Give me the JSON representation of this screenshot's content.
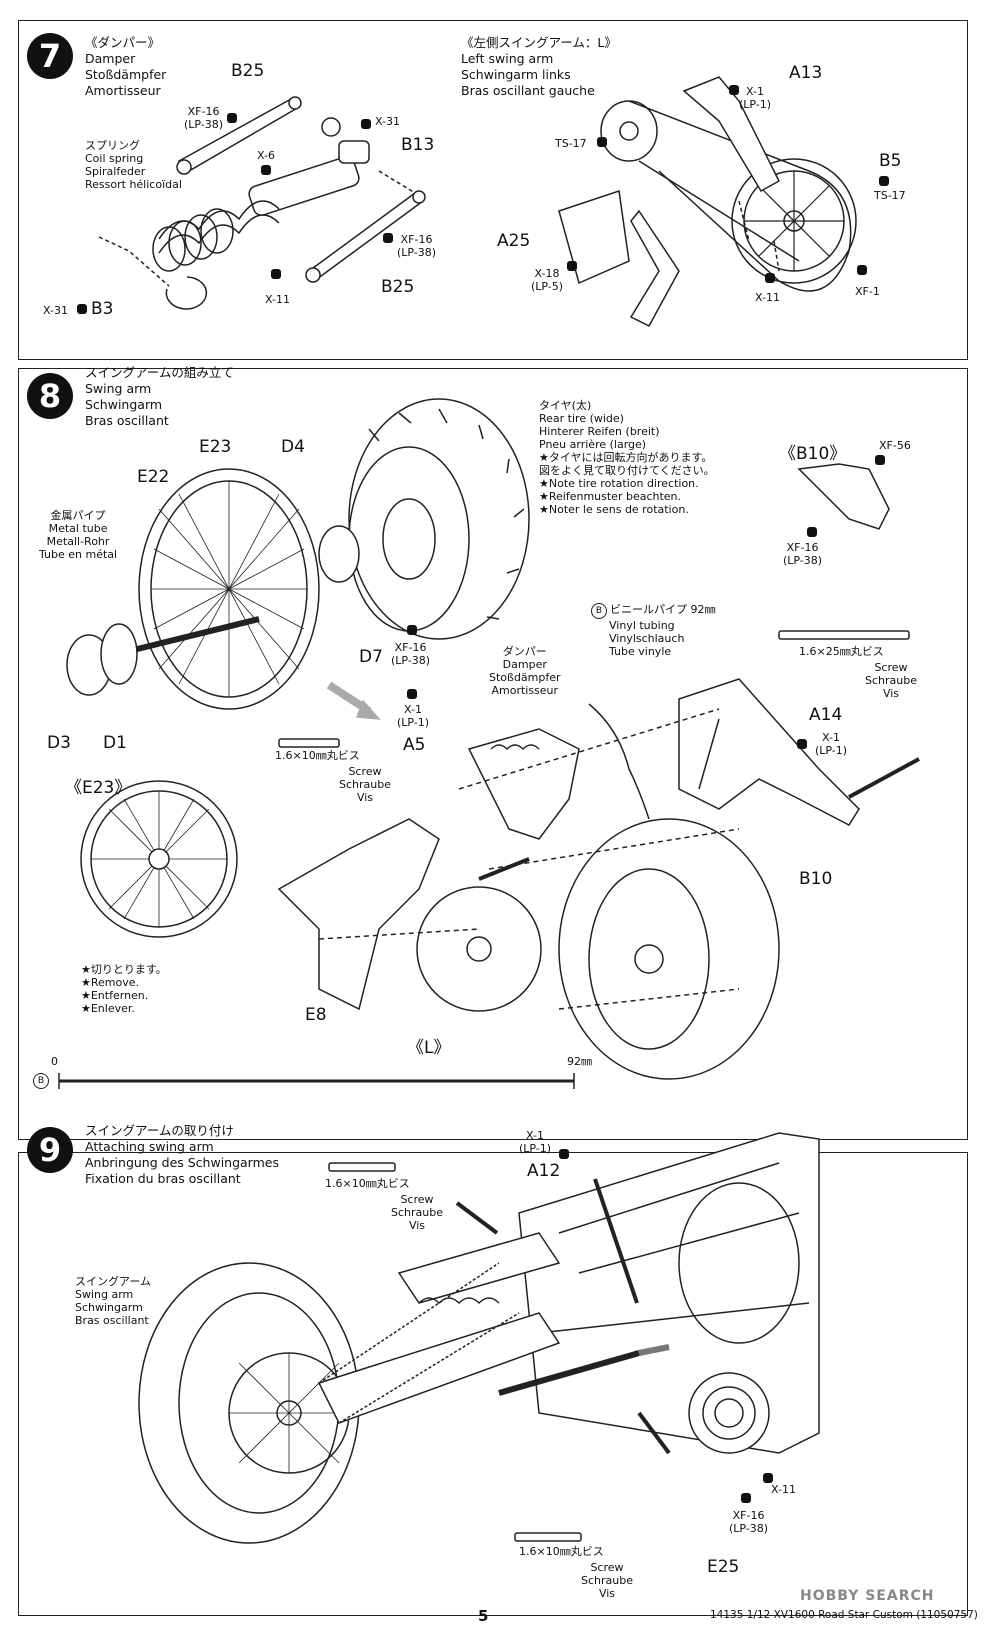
{
  "step7": {
    "number": "7",
    "title_jp": "《ダンパー》",
    "title_en": "Damper",
    "title_de": "Stoßdämpfer",
    "title_fr": "Amortisseur",
    "right_title_jp": "《左側スイングアーム：L》",
    "right_title_en": "Left swing arm",
    "right_title_de": "Schwingarm links",
    "right_title_fr": "Bras oscillant gauche",
    "spring_jp": "スプリング",
    "spring_en": "Coil spring",
    "spring_de": "Spiralfeder",
    "spring_fr": "Ressort hélicoïdal",
    "parts": {
      "b25_top": "B25",
      "b25_bottom": "B25",
      "b13": "B13",
      "b3": "B3",
      "x31_top": "X-31",
      "x31_bottom": "X-31",
      "x6": "X-6",
      "x11": "X-11",
      "xf16_top": "XF-16",
      "lp38_top": "(LP-38)",
      "xf16_right": "XF-16",
      "lp38_right": "(LP-38)",
      "a13": "A13",
      "x1": "X-1",
      "lp1": "(LP-1)",
      "ts17_left": "TS-17",
      "b5": "B5",
      "ts17_right": "TS-17",
      "a25": "A25",
      "x18": "X-18",
      "lp5": "(LP-5)",
      "x11_right": "X-11",
      "xf1": "XF-1"
    }
  },
  "step8": {
    "number": "8",
    "title_jp": "スイングアームの組み立て",
    "title_en": "Swing arm",
    "title_de": "Schwingarm",
    "title_fr": "Bras oscillant",
    "tire_jp": "タイヤ(太)",
    "tire_en": "Rear tire (wide)",
    "tire_de": "Hinterer Reifen (breit)",
    "tire_fr": "Pneu arrière (large)",
    "tire_note_jp1": "★タイヤには回転方向があります。",
    "tire_note_jp2": "図をよく見て取り付けてください。",
    "tire_note_en": "★Note tire rotation direction.",
    "tire_note_de": "★Reifenmuster beachten.",
    "tire_note_fr": "★Noter le sens de rotation.",
    "b10_title": "《B10》",
    "xf56": "XF-56",
    "b10_xf16": "XF-16",
    "b10_lp38": "(LP-38)",
    "metal_tube_jp": "金属パイプ",
    "metal_tube_en": "Metal tube",
    "metal_tube_de": "Metall-Rohr",
    "metal_tube_fr": "Tube en métal",
    "vinyl_jp": "ビニールパイプ 92㎜",
    "vinyl_en": "Vinyl tubing",
    "vinyl_de": "Vinylschlauch",
    "vinyl_fr": "Tube vinyle",
    "vinyl_marker": "B",
    "screw25": "1.6×25㎜丸ビス",
    "screw10": "1.6×10㎜丸ビス",
    "screw_en": "Screw",
    "screw_de": "Schraube",
    "screw_fr": "Vis",
    "damper_jp": "ダンパー",
    "damper_en": "Damper",
    "damper_de": "Stoßdämpfer",
    "damper_fr": "Amortisseur",
    "e23_title": "《E23》",
    "remove_jp": "★切りとります。",
    "remove_en": "★Remove.",
    "remove_de": "★Entfernen.",
    "remove_fr": "★Enlever.",
    "l_label": "《L》",
    "scale_start": "0",
    "scale_end": "92㎜",
    "scale_marker": "B",
    "parts": {
      "e22": "E22",
      "e23": "E23",
      "d4": "D4",
      "d7": "D7",
      "d3": "D3",
      "d1": "D1",
      "xf16": "XF-16",
      "lp38": "(LP-38)",
      "x1": "X-1",
      "lp1": "(LP-1)",
      "a5": "A5",
      "a14": "A14",
      "x1_right": "X-1",
      "lp1_right": "(LP-1)",
      "b10": "B10",
      "e8": "E8"
    }
  },
  "step9": {
    "number": "9",
    "title_jp": "スイングアームの取り付け",
    "title_en": "Attaching swing arm",
    "title_de": "Anbringung des Schwingarmes",
    "title_fr": "Fixation du bras oscillant",
    "arm_jp": "スイングアーム",
    "arm_en": "Swing arm",
    "arm_de": "Schwingarm",
    "arm_fr": "Bras oscillant",
    "screw10": "1.6×10㎜丸ビス",
    "screw_en": "Screw",
    "screw_de": "Schraube",
    "screw_fr": "Vis",
    "parts": {
      "x1": "X-1",
      "lp1": "(LP-1)",
      "a12": "A12",
      "x11": "X-11",
      "xf16": "XF-16",
      "lp38": "(LP-38)",
      "e25": "E25"
    }
  },
  "footer": {
    "page_number": "5",
    "kit_info": "14135  1/12 XV1600 Road Star Custom (11050757)",
    "watermark": "HOBBY SEARCH"
  }
}
